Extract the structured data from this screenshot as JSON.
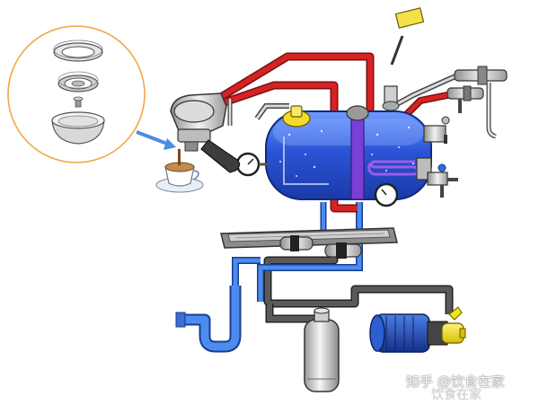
{
  "watermark": {
    "primary": "知乎 @饮食在家",
    "secondary": "饮食在家"
  },
  "colors": {
    "hot_pipe": "#d42323",
    "cold_pipe": "#2f6fd8",
    "drain_pipe": "#4a4a4a",
    "boiler": "#2b54d6",
    "inset_ring": "#f3a64a",
    "pump_body": "#1f4fb8",
    "pump_head": "#f2e21a",
    "callout_arrow": "#4a8ce0"
  },
  "icons": [
    "filter-basket-exploded-view",
    "group-head",
    "espresso-cup",
    "pressure-gauge",
    "boiler-tank",
    "steam-wand",
    "hot-water-tap",
    "pressure-switch",
    "drip-tray",
    "solenoid-valve",
    "drain-trap",
    "water-filter-canister",
    "water-pump"
  ]
}
